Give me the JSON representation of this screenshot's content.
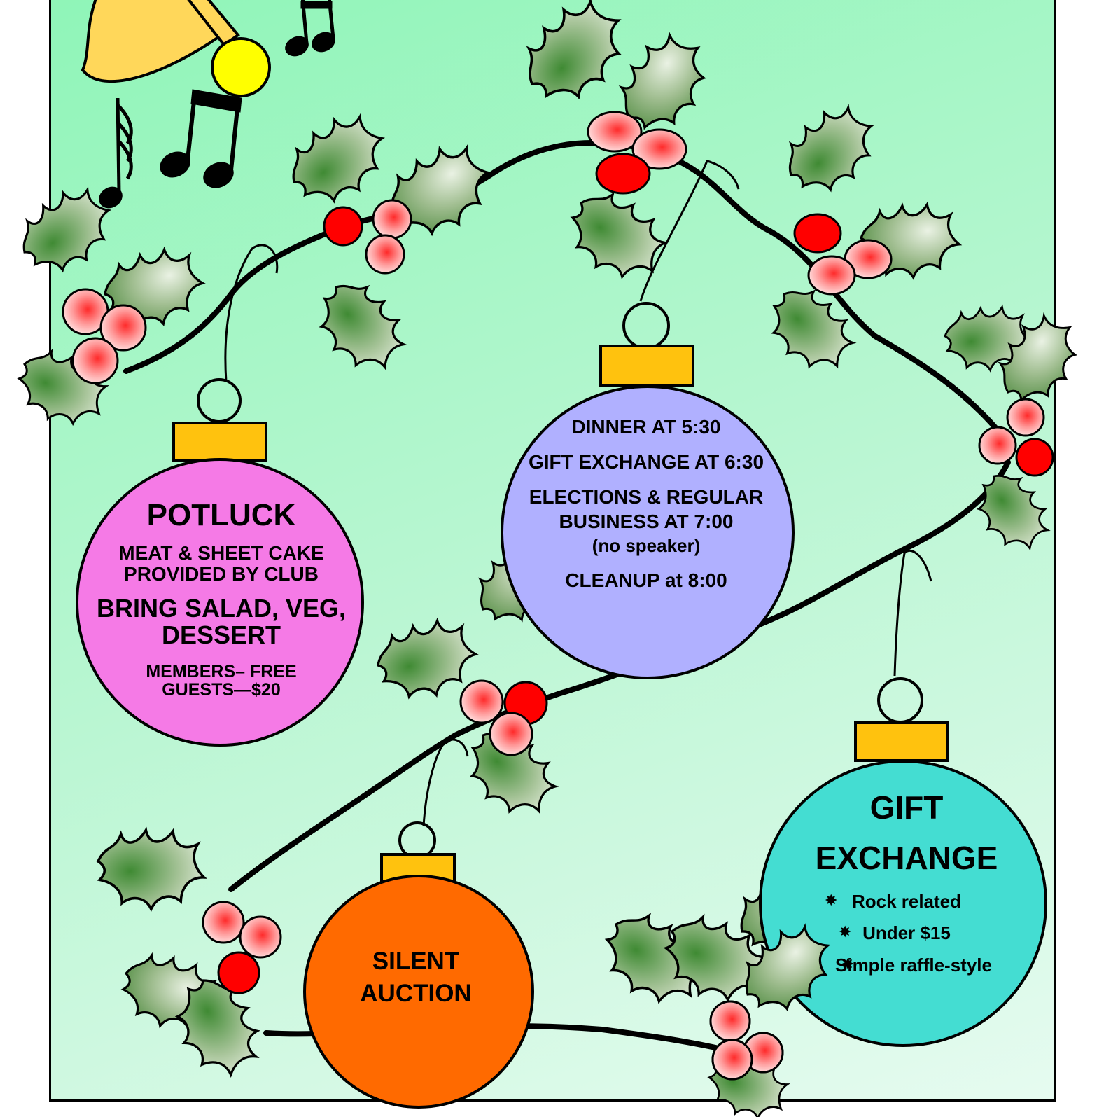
{
  "colors": {
    "background_top": "#8ff5b8",
    "background_bottom": "#e6fbf0",
    "ornament_potluck": "#f57ae6",
    "ornament_schedule": "#b0b0ff",
    "ornament_auction": "#ff6a00",
    "ornament_gift": "#44ddd2",
    "ornament_cap": "#ffc20e",
    "bell": "#ffd75a",
    "berry": "#ff0000",
    "holly": "#6a9b56"
  },
  "icons": [
    "bell-icon",
    "music-note-icon",
    "holly-icon",
    "berry-icon",
    "ornament-icon",
    "star-bullet-icon"
  ],
  "potluck": {
    "title": "POTLUCK",
    "provided": "MEAT & SHEET CAKE PROVIDED BY CLUB",
    "bring": "BRING SALAD, VEG, DESSERT",
    "members": "MEMBERS– FREE",
    "guests": "GUESTS—$20"
  },
  "schedule": {
    "dinner": "DINNER AT 5:30",
    "gift_exchange": "GIFT EXCHANGE AT 6:30",
    "elections": "ELECTIONS & REGULAR BUSINESS  AT 7:00",
    "no_speaker": "(no speaker)",
    "cleanup": "CLEANUP at 8:00"
  },
  "auction": {
    "line1": "SILENT",
    "line2": "AUCTION"
  },
  "gift": {
    "title_line1": "GIFT",
    "title_line2": "EXCHANGE",
    "bullet_symbol": "✸",
    "items": [
      "Rock related",
      "Under $15",
      "Simple raffle-style"
    ]
  }
}
